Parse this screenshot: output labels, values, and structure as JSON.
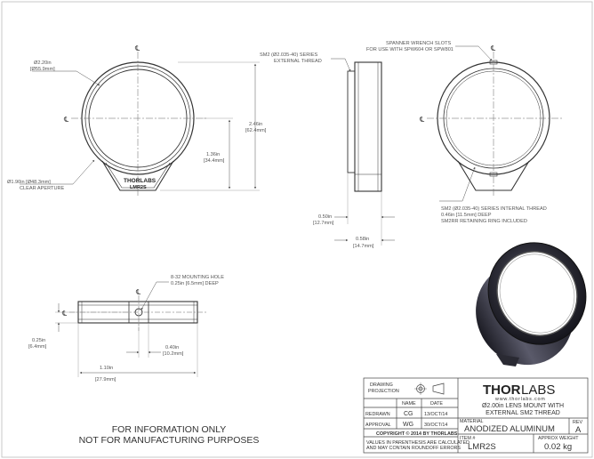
{
  "centerline_symbol": "℄",
  "view_front": {
    "od_label": "Ø2.20in",
    "od_label_mm": "[Ø55.9mm]",
    "aperture_label": "Ø1.90in [Ø48.3mm]",
    "aperture_caption": "CLEAR APERTURE",
    "engraving_line1": "THORLABS",
    "engraving_line2": "LMR2S",
    "height_in": "2.46in",
    "height_mm": "[62.4mm]",
    "center_height_in": "1.36in",
    "center_height_mm": "[34.4mm]"
  },
  "view_side": {
    "thread_line1": "SM2 (Ø2.035-40) SERIES",
    "thread_line2": "EXTERNAL THREAD",
    "width1_in": "0.50in",
    "width1_mm": "[12.7mm]",
    "width2_in": "0.58in",
    "width2_mm": "[14.7mm]"
  },
  "view_back": {
    "slots_line1": "SPANNER WRENCH SLOTS",
    "slots_line2": "FOR USE WITH SPW604 OR SPW801",
    "internal_line1": "SM2 (Ø2.035-40) SERIES INTERNAL THREAD",
    "internal_line2": "0.46in [11.5mm] DEEP",
    "internal_line3": "SM2RR RETAINING RING INCLUDED"
  },
  "view_bottom": {
    "hole_line1": "8-32 MOUNTING HOLE",
    "hole_line2": "0.25in [6.5mm] DEEP",
    "offset_in": "0.25in",
    "offset_mm": "[6.4mm]",
    "depth_in": "0.40in",
    "depth_mm": "[10.2mm]",
    "length_in": "1.10in",
    "length_mm": "[27.9mm]"
  },
  "disclaimer_line1": "FOR INFORMATION ONLY",
  "disclaimer_line2": "NOT FOR MANUFACTURING PURPOSES",
  "title_block": {
    "drawing_label": "DRAWING",
    "projection_label": "PROJECTION",
    "name_header": "NAME",
    "date_header": "DATE",
    "redrawn_label": "REDRAWN",
    "redrawn_name": "CG",
    "redrawn_date": "13/OCT/14",
    "approval_label": "APPROVAL",
    "approval_name": "WG",
    "approval_date": "30/OCT/14",
    "copyright": "COPYRIGHT © 2014 BY THORLABS",
    "values_note1": "VALUES IN PARENTHESIS ARE CALCULATED",
    "values_note2": "AND MAY CONTAIN ROUNDOFF ERRORS",
    "logo_left": "THOR",
    "logo_right": "LABS",
    "website": "www.thorlabs.com",
    "description_line1": "Ø2.00in LENS MOUNT WITH",
    "description_line2": "EXTERNAL SM2 THREAD",
    "material_label": "MATERIAL",
    "material_value": "ANODIZED ALUMINUM",
    "rev_label": "REV",
    "rev_value": "A",
    "item_label": "ITEM #",
    "item_value": "LMR2S",
    "weight_label": "APPROX WEIGHT",
    "weight_value": "0.02 kg"
  }
}
